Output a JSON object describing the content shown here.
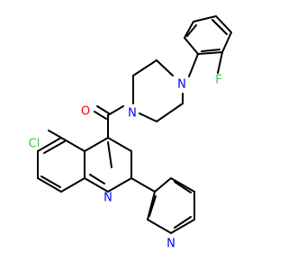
{
  "molecule": {
    "atoms": [
      {
        "id": "o1",
        "symbol": "O",
        "color": "#ff0000"
      },
      {
        "id": "n1",
        "symbol": "N",
        "color": "#0000ff"
      },
      {
        "id": "n2",
        "symbol": "N",
        "color": "#0000ff"
      },
      {
        "id": "f1",
        "symbol": "F",
        "color": "#33cc33"
      },
      {
        "id": "cl1",
        "symbol": "Cl",
        "color": "#33cc33"
      },
      {
        "id": "n3",
        "symbol": "N",
        "color": "#0000ff"
      },
      {
        "id": "n4",
        "symbol": "N",
        "color": "#0000ff"
      }
    ]
  }
}
